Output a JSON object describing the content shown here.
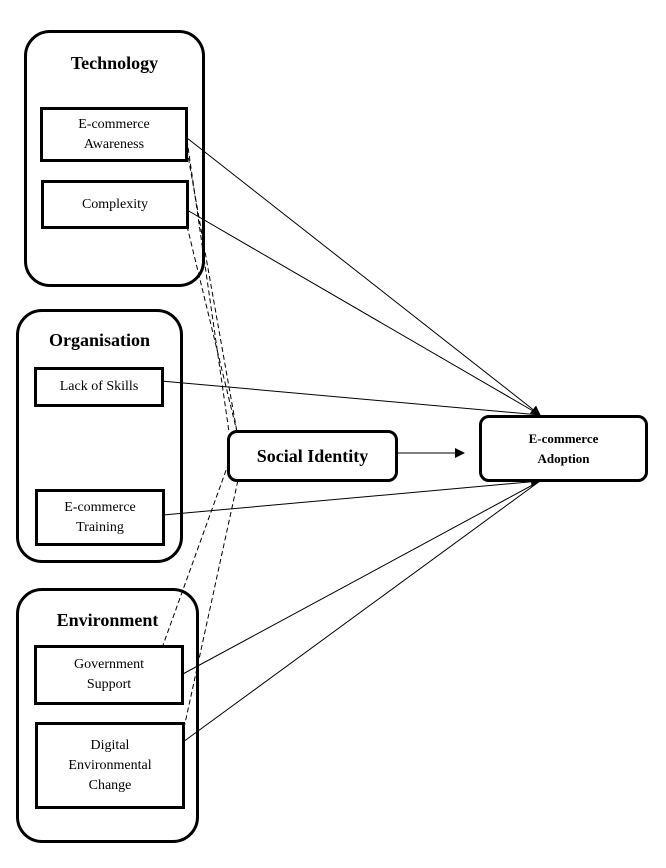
{
  "groups": {
    "technology": {
      "title": "Technology"
    },
    "organisation": {
      "title": "Organisation"
    },
    "environment": {
      "title": "Environment"
    }
  },
  "nodes": {
    "ecommerce_awareness": "E-commerce\nAwareness",
    "complexity": "Complexity",
    "lack_of_skills": "Lack of Skills",
    "ecommerce_training": "E-commerce\nTraining",
    "government_support": "Government\nSupport",
    "digital_env_change": "Digital\nEnvironmental\nChange",
    "social_identity": "Social Identity",
    "ecommerce_adoption": "E-commerce\nAdoption"
  }
}
